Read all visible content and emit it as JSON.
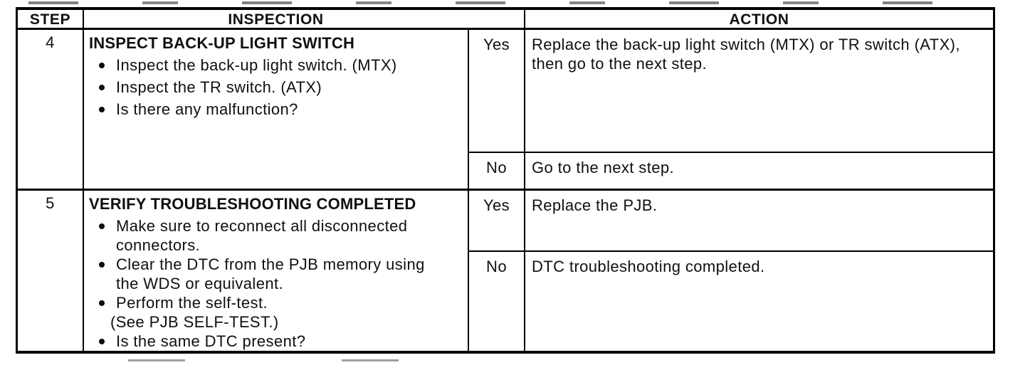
{
  "colors": {
    "ink": "#0f0f0f",
    "paper": "#ffffff"
  },
  "table": {
    "headers": {
      "step": "STEP",
      "inspection": "INSPECTION",
      "action": "ACTION"
    },
    "rows": [
      {
        "step": "4",
        "title": "INSPECT BACK-UP LIGHT SWITCH",
        "bullets": [
          {
            "bullet": true,
            "text": "Inspect the back-up light switch. (MTX)"
          },
          {
            "bullet": true,
            "text": "Inspect the TR switch. (ATX)"
          },
          {
            "bullet": true,
            "text": "Is there any malfunction?"
          }
        ],
        "branches": [
          {
            "answer": "Yes",
            "action": "Replace the back-up light switch (MTX) or TR switch (ATX), then go to the next step."
          },
          {
            "answer": "No",
            "action": "Go to the next step."
          }
        ]
      },
      {
        "step": "5",
        "title": "VERIFY TROUBLESHOOTING COMPLETED",
        "bullets": [
          {
            "bullet": true,
            "text": "Make sure to reconnect all disconnected connectors."
          },
          {
            "bullet": true,
            "text": "Clear the DTC from the PJB memory using the WDS or equivalent."
          },
          {
            "bullet": true,
            "text": "Perform the self-test."
          },
          {
            "bullet": false,
            "text": "(See PJB SELF-TEST.)"
          },
          {
            "bullet": true,
            "text": "Is the same DTC present?"
          }
        ],
        "branches": [
          {
            "answer": "Yes",
            "action": "Replace the PJB."
          },
          {
            "answer": "No",
            "action": "DTC troubleshooting completed."
          }
        ]
      }
    ]
  }
}
